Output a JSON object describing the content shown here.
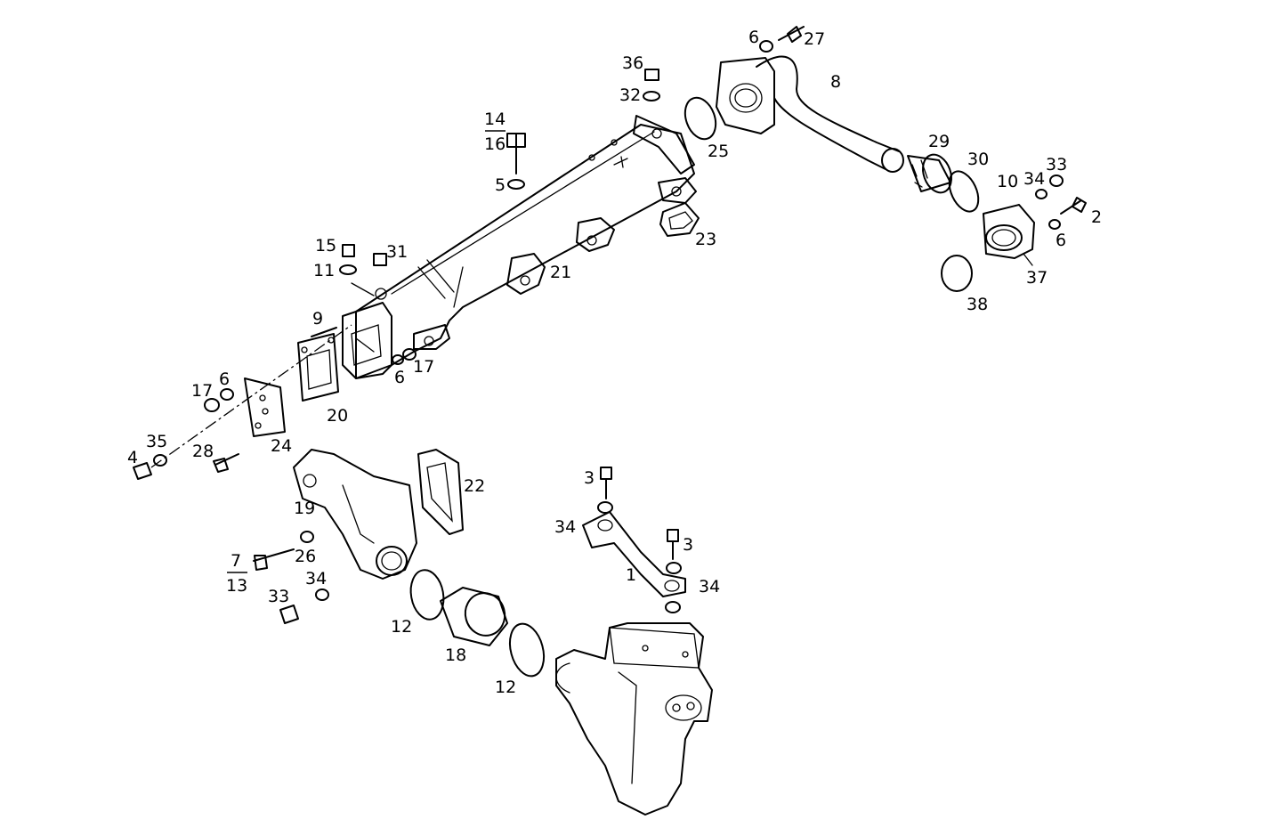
{
  "labels": {
    "l1": "1",
    "l2": "2",
    "l3a": "3",
    "l3b": "3",
    "l4": "4",
    "l5": "5",
    "l6a": "6",
    "l6b": "6",
    "l6c": "6",
    "l6d": "6",
    "l7": "7",
    "l8": "8",
    "l9": "9",
    "l10": "10",
    "l11": "11",
    "l12a": "12",
    "l12b": "12",
    "l13": "13",
    "l14": "14",
    "l15": "15",
    "l16": "16",
    "l17a": "17",
    "l17b": "17",
    "l18": "18",
    "l19": "19",
    "l20": "20",
    "l21": "21",
    "l22": "22",
    "l23": "23",
    "l24": "24",
    "l25": "25",
    "l26": "26",
    "l27": "27",
    "l28": "28",
    "l29": "29",
    "l30": "30",
    "l31": "31",
    "l32": "32",
    "l33a": "33",
    "l33b": "33",
    "l34a": "34",
    "l34b": "34",
    "l34c": "34",
    "l34d": "34",
    "l35": "35",
    "l36": "36",
    "l37": "37",
    "l38": "38"
  }
}
